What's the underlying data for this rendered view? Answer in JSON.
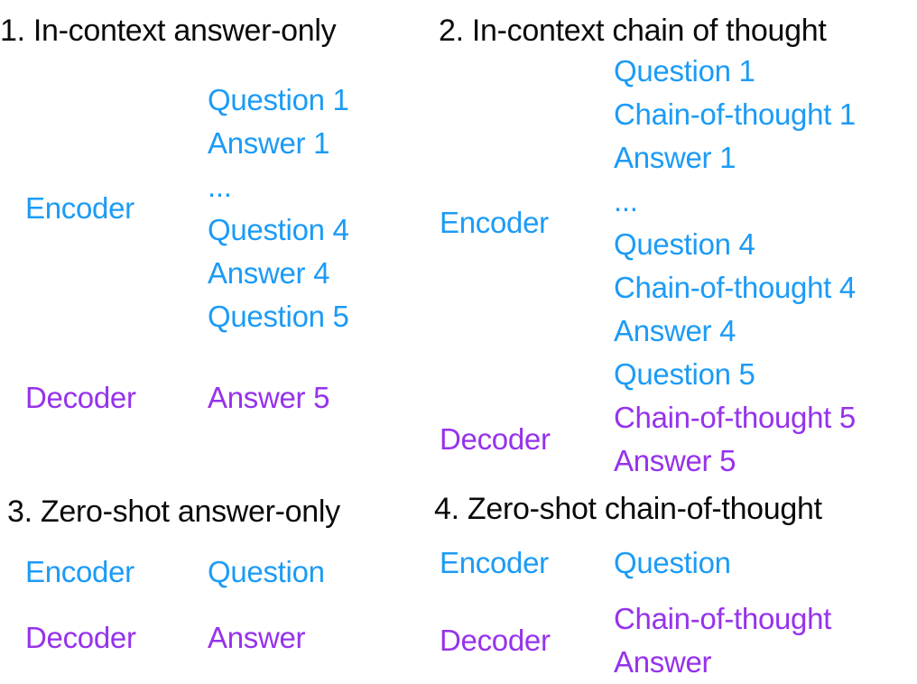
{
  "colors": {
    "background": "#ffffff",
    "title_text": "#0a0a0a",
    "encoder_blue": "#1c9bf6",
    "decoder_purple": "#9632ec"
  },
  "panels": [
    {
      "title": "1. In-context answer-only",
      "encoder_label": "Encoder",
      "decoder_label": "Decoder",
      "encoder_lines": [
        "Question 1",
        "Answer 1",
        "...",
        "Question 4",
        "Answer 4",
        "Question 5"
      ],
      "decoder_lines": [
        "Answer 5"
      ]
    },
    {
      "title": "2. In-context chain of thought",
      "encoder_label": "Encoder",
      "decoder_label": "Decoder",
      "encoder_lines": [
        "Question 1",
        "Chain-of-thought 1",
        "Answer 1",
        "...",
        "Question 4",
        "Chain-of-thought 4",
        "Answer 4",
        "Question 5"
      ],
      "decoder_lines": [
        "Chain-of-thought 5",
        "Answer 5"
      ]
    },
    {
      "title": "3. Zero-shot answer-only",
      "encoder_label": "Encoder",
      "decoder_label": "Decoder",
      "encoder_lines": [
        "Question"
      ],
      "decoder_lines": [
        "Answer"
      ]
    },
    {
      "title": "4. Zero-shot chain-of-thought",
      "encoder_label": "Encoder",
      "decoder_label": "Decoder",
      "encoder_lines": [
        "Question"
      ],
      "decoder_lines": [
        "Chain-of-thought",
        "Answer"
      ]
    }
  ]
}
